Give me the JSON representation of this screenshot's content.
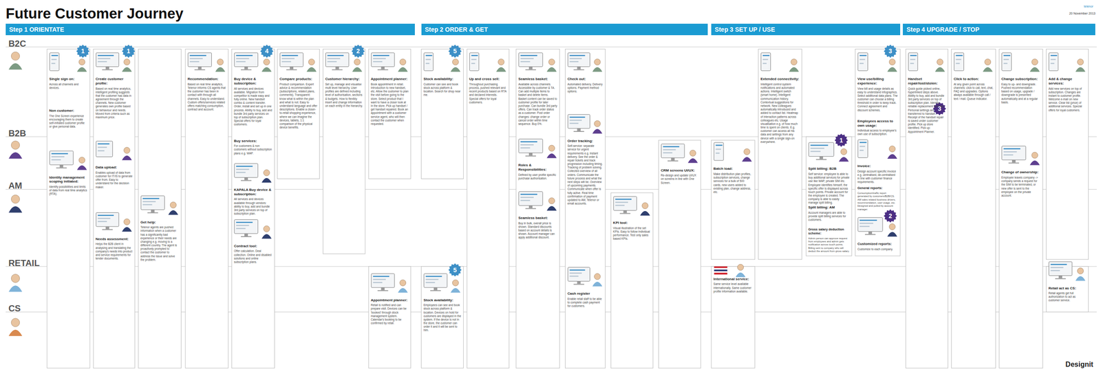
{
  "diagram": {
    "title": "Future Customer Journey",
    "nodes": [
      {
        "text": [
          "Step 1 ORIENTATE"
        ]
      },
      {
        "text": [
          "Step 2 ORDER & GET"
        ]
      },
      {
        "text": [
          "Step 3 SET UP / USE"
        ]
      },
      {
        "text": [
          "Step 4 UPGRADE / STOP"
        ]
      },
      {
        "text": [
          "Single sign on:",
          "Across all channels and devices."
        ]
      },
      {
        "text": [
          "Non customer:",
          "The One Screen experience encouraging them to create self-initiated customer profile or give personal data."
        ]
      },
      {
        "text": [
          "Identity management scoping initiated:",
          "Identify possibilities and limits of data from real time analytics (RTA)."
        ]
      },
      {
        "text": [
          "Create customer profile:",
          "Based on real time analytics, intelligent profiling suggests that the customer has data in agreement through the channels. New customer generates own profile based on behaviour and needs. Moved from criteria such as maximum price."
        ]
      },
      {
        "text": [
          "Data upload:",
          "Enables upload of data from customer for IT/IS to generate offer from. Easy to understand for the decision maker."
        ]
      },
      {
        "text": [
          "Needs assessment:",
          "Helps the B2B client in analysing and translating the company's needs into product and service requirements for tender documents."
        ]
      },
      {
        "text": [
          "Get help:",
          "Telenor agents are pushed information when a customer has a significantly bad experience or their needs are changing e.g. moving to a different country. The agent is proactively prompted to contact the customer to address the issue and solve the problem."
        ]
      },
      {
        "text": [
          "Recommendation:",
          "Based on real time analytics, Telenor informs CS agents that the customer has been in contact with through all channels. Easy to understand. Custom offers/services related offers matching consumption, contract and account."
        ]
      },
      {
        "text": [
          "Buy device & subscription:",
          "All services and devices available. Migration from competitor is made easy and fully online. New handset combo & content transfer. Order, install and set up in one process. Ability to buy, add and bundle 3rd party services on top of subscription plan. Special offers for loyal customers."
        ]
      },
      {
        "text": [
          "Buy services:",
          "For customers & non customers without subscription plans e.g. WAP."
        ]
      },
      {
        "text": [
          "KAPALA Buy device & subscription:",
          "All services and devices available through vendors: ability to buy, add and bundle 3rd party services on top of subscription plan."
        ]
      },
      {
        "text": [
          "Contract tool:",
          "Offer calculation. Deal collection. Online and disabled solutions and online subscription plans."
        ]
      },
      {
        "text": [
          "Compare products:",
          "Product comparison. Expert advice & recommendation (subscriptions, related plans, comments). Transparent: know what is within the plan and what is not. Easy to understand language and offer descriptions. Enable a closer-to-retail shopping experience, where we can imagine the devices, tablets, 1:1 comparison of the physical device benefits."
        ]
      },
      {
        "text": [
          "Customer hierarchy:",
          "Set up, manage and visualise multi level hierarchy. User profiles are defined including level of authorisation, sections & budgets. How to flexibly insert and change information on each entity in the hierarchy."
        ]
      },
      {
        "text": [
          "Appointment planner:",
          "Book appointment in retail. Introduction to new handset, etc. Allow the customer to plan the visit before going to the store. Select product that I want to have a closer look at in the store. Pick up handset / get handset repaired. Book an appointment with a customer service agent, who will then contact the customer when requested."
        ]
      },
      {
        "text": [
          "Stock availability:",
          "Customer can see and book stock across platform & location. Search for shop near me."
        ]
      },
      {
        "text": [
          "Up and cross sell:",
          "Throughout purchasing process, pushed relevant and recent products based on RTA and declared interests. Special offers for loyal customers."
        ]
      },
      {
        "text": [
          "Seamless basket:",
          "Available across channels. Accessible by customer & TA. Can add multiple items to basket and delete items. Basket content can be saved to customer profile for later purchase. Can bundle 3rd party offers. Can track order status as a customer. Post order changes: change order or cancel order within time sequence. Buy 0%."
        ]
      },
      {
        "text": [
          "Roles & Responsibilities:",
          "Defined by user profile specific purchase authorisation."
        ]
      },
      {
        "text": [
          "Seamless basket:",
          "Buy in bulk, overall price is shown. Standard discounts based on account details is shown. Account manager can apply additional discount."
        ]
      },
      {
        "text": [
          "Check out:",
          "Automated delivery. Delivery options. Payment method options."
        ]
      },
      {
        "text": [
          "Order tracking:",
          "Self-service: separate service for urgent requirements e.g. instant delivery. See the order & repair tickets and track progression including timing. Tracking of problem solving. Collected overview of all orders. Communicate the future process and what the next steps will be. Overview of upcoming payments. Communicate when offer is fully active. Real time confirmation of payment updated to AM, Telenor or email accounts."
        ]
      },
      {
        "text": [
          "KPI tool:",
          "Visual illustration of the set KPIs. Easy to follow individual performance. Test only sales based KPIs."
        ]
      },
      {
        "text": [
          "CRM screens UI/UX:",
          "Re-design and update UI/UX on screens in line with One Screen."
        ]
      },
      {
        "text": [
          "Batch load:",
          "Make distribution plan profiles, subscription services, change services for a bulk of 500 cards, new users added to existing plan, change address, etc."
        ]
      },
      {
        "text": [
          "Extended connectivity:",
          "Intelligent control system notifications and automated actions. Intelligent switch (smart home). Intelligent communication history. Contextual suggestions for network. New colleagues automatically introduced and added to contact list. Heatmap of interaction patterns across colleagues etc. Usage visualisation e.g. of how much time is spent on clients. E.g. customer can access all his data and settings from any device with a single sign-on everywhere."
        ]
      },
      {
        "text": [
          "Split billing: B2B",
          "Self service: employee is able to buy additional services for private use like WAP, private SIM etc. Employee identifies himself, the specific offer is displayed across touch points. Private account for the employee is created. The company is able to easily manage split billing."
        ]
      },
      {
        "text": [
          "Split billing: AM",
          "Account managers are able to provide split billing services for customers."
        ]
      },
      {
        "text": [
          "Gross salary deduction scheme:",
          "Admin person can approve request from employees and admin gets notification across touch points. Billing sent to company who will deduct the amount from gross salary."
        ]
      },
      {
        "text": [
          "View use/billing experience:",
          "View bill and usage details as easy to understand infographics. Select additional data plans. The customer can choose a billing threshold in order to keep track. Connect agreement and discount schemes."
        ]
      },
      {
        "text": [
          "Employees access to own usage:",
          "Individual access to employee's own use of subscription."
        ]
      },
      {
        "text": [
          "Invoice:",
          "Design account specific invoice e.g. centralised, de-centralised in line with customer finance requirements."
        ]
      },
      {
        "text": [
          "General reports:",
          "Consumption/traffic report generated by customers/B2B/CS. AM sales related business drivers, recommendation, user usage, etc. Designed and pulled by account manager."
        ]
      },
      {
        "text": [
          "Customized reports:",
          "Customize to each company."
        ]
      },
      {
        "text": [
          "Handset repair/lost/stolen:",
          "Quick guide picked online, hyperlinked steps above. Ability to buy, add and bundle 3rd party services on top of subscription plan. Identify reliable replacement handset. Personal settings are transferred to handset. Receipt of the handset repair is saved under customer profile. Pick up store identified. Pick up: Appointment Planner."
        ]
      },
      {
        "text": [
          "Click to action:",
          "At any given point across channels: click to call, text, chat, FAQ and upgrades. Options always available through call / text / mail. Queue indicator."
        ]
      },
      {
        "text": [
          "Change subscription:",
          "Easy to up- and downgrade. Pushed recommendation based on usage, upgrade / downgrade is presented automatically and at a regular basis."
        ]
      },
      {
        "text": [
          "Change of ownership:",
          "Employee leaves company -> company sends a request for the SIM to be terminated, or new offer is sent to the employee on the private account."
        ]
      },
      {
        "text": [
          "Add & change services:",
          "Add new services on top of subscription. Changes are instant to customer profile. Welcome e-mail on new service. Clear list (price) of additional services. Special offers for loyal customers."
        ]
      },
      {
        "text": [
          "Appointment planner:",
          "Retail is notified and can prepare visit. Devices can be 'booked' through stock management system. Calendar's booking to be confirmed by retail."
        ]
      },
      {
        "text": [
          "Stock availability:",
          "Employees can see and book stock across platform & location. Devices on hold for customers are displayed in the system. If the device is not in the store, the customer can order it and it will be sent to him."
        ]
      },
      {
        "text": [
          "Cash register",
          "Enable retail staff to be able to complete cash payment for customers."
        ]
      },
      {
        "text": [
          "International service:",
          "Same service level available internationally. Same customer profile information available."
        ]
      },
      {
        "text": [
          "Retail act as CS:",
          "Retail agents get full authorization to act as customer service."
        ]
      }
    ],
    "labels": [
      "20 November 2013",
      "telenor",
      "Designit",
      "B2C",
      "B2B",
      "AM",
      "RETAIL",
      "CS",
      "1",
      "1",
      "4",
      "2",
      "5",
      "5",
      "3",
      "1",
      "2",
      "3"
    ]
  }
}
